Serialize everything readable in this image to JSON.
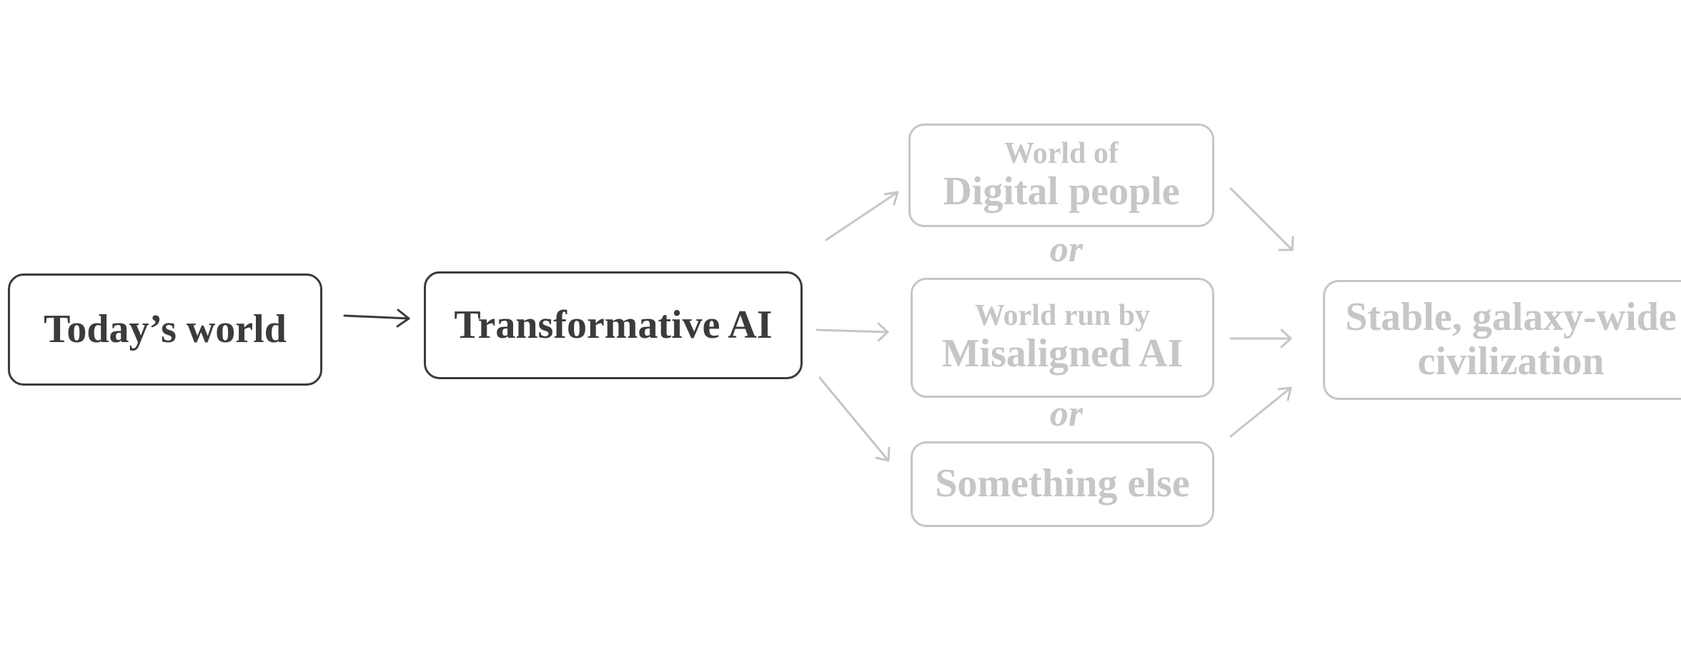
{
  "nodes": {
    "today": "Today’s world",
    "transformative": "Transformative AI",
    "digital": {
      "pre": "World of",
      "main": "Digital people"
    },
    "misaligned": {
      "pre": "World run by",
      "main": "Misaligned AI"
    },
    "something_else": "Something else",
    "stable": {
      "line1": "Stable, galaxy-wide",
      "line2": "civilization"
    }
  },
  "connectors": {
    "or1": "or",
    "or2": "or"
  },
  "colors": {
    "active": "#3b3b3b",
    "faded": "#c6c6c6"
  }
}
